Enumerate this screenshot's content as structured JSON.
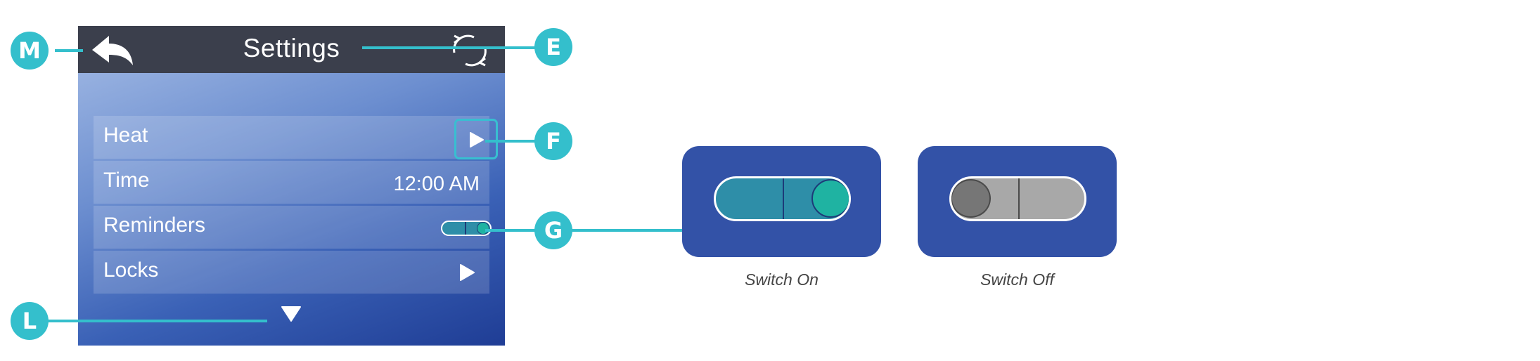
{
  "screen": {
    "title": "Settings",
    "back_icon": "back-arrow-icon",
    "refresh_icon": "refresh-icon",
    "rows": [
      {
        "label": "Heat",
        "control": "arrow"
      },
      {
        "label": "Time",
        "value": "12:00 AM"
      },
      {
        "label": "Reminders",
        "control": "toggle",
        "toggle_on": true
      },
      {
        "label": "Locks",
        "control": "arrow"
      }
    ],
    "scroll_icon": "triangle-down-icon"
  },
  "callouts": {
    "m": "M",
    "e": "E",
    "f": "F",
    "g": "G",
    "l": "L"
  },
  "switches": {
    "on_caption": "Switch On",
    "off_caption": "Switch Off"
  },
  "colors": {
    "accent": "#34bfcc",
    "title_bar": "#3b3f4c",
    "card_blue": "#3352a7",
    "switch_on_track": "#2e8ea8",
    "switch_on_knob": "#1fb3a2",
    "switch_off_track": "#a8a8a8",
    "switch_off_knob": "#767676"
  }
}
